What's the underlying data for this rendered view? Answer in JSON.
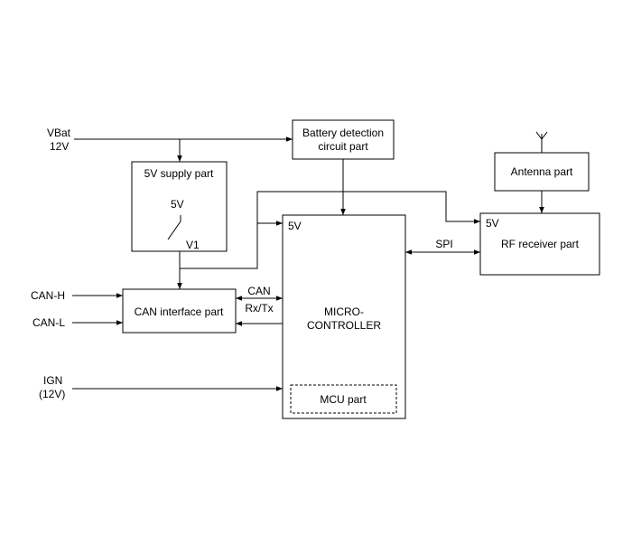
{
  "inputs": {
    "vbat": "VBat",
    "vbat_voltage": "12V",
    "can_h": "CAN-H",
    "can_l": "CAN-L",
    "ign": "IGN",
    "ign_voltage": "(12V)"
  },
  "blocks": {
    "battery_detection": [
      "Battery detection",
      "circuit part"
    ],
    "supply": "5V supply part",
    "supply_switch_label": "5V",
    "supply_output": "V1",
    "can_interface": "CAN interface part",
    "microcontroller": [
      "MICRO-",
      "CONTROLLER"
    ],
    "mcu_5v": "5V",
    "mcu_part": "MCU part",
    "antenna": "Antenna part",
    "rf_receiver": "RF receiver part",
    "rf_5v": "5V"
  },
  "signals": {
    "can_bus": "CAN",
    "can_rxtx": "Rx/Tx",
    "spi": "SPI"
  }
}
